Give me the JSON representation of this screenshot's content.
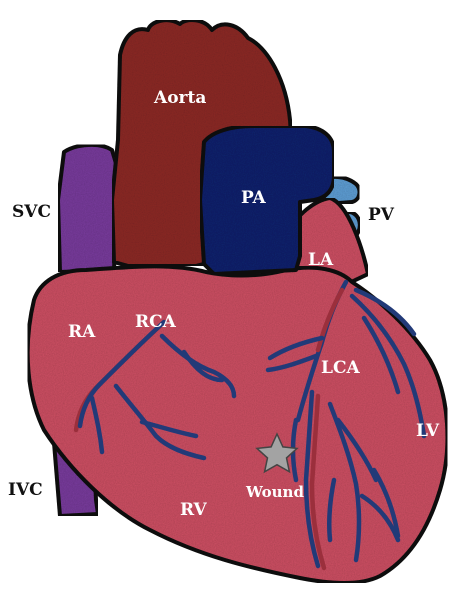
{
  "diagram": {
    "labels": {
      "aorta": "Aorta",
      "pa": "PA",
      "svc": "SVC",
      "pv": "PV",
      "la": "LA",
      "ra": "RA",
      "rca": "RCA",
      "lca": "LCA",
      "lv": "LV",
      "rv": "RV",
      "ivc": "IVC",
      "wound": "Wound"
    },
    "colors": {
      "aorta": "#8e2a26",
      "pulmonary_artery": "#10226e",
      "pulmonary_veins": "#5f9fd6",
      "vena_cava": "#7a3c9e",
      "myocardium": "#cf5064",
      "coronary_vessels": "#223a78",
      "coronary_highlight": "#9b2f3c",
      "wound_star": "#a3a3a3",
      "outline": "#111111"
    },
    "icons": {
      "wound_marker": "star-icon"
    }
  }
}
